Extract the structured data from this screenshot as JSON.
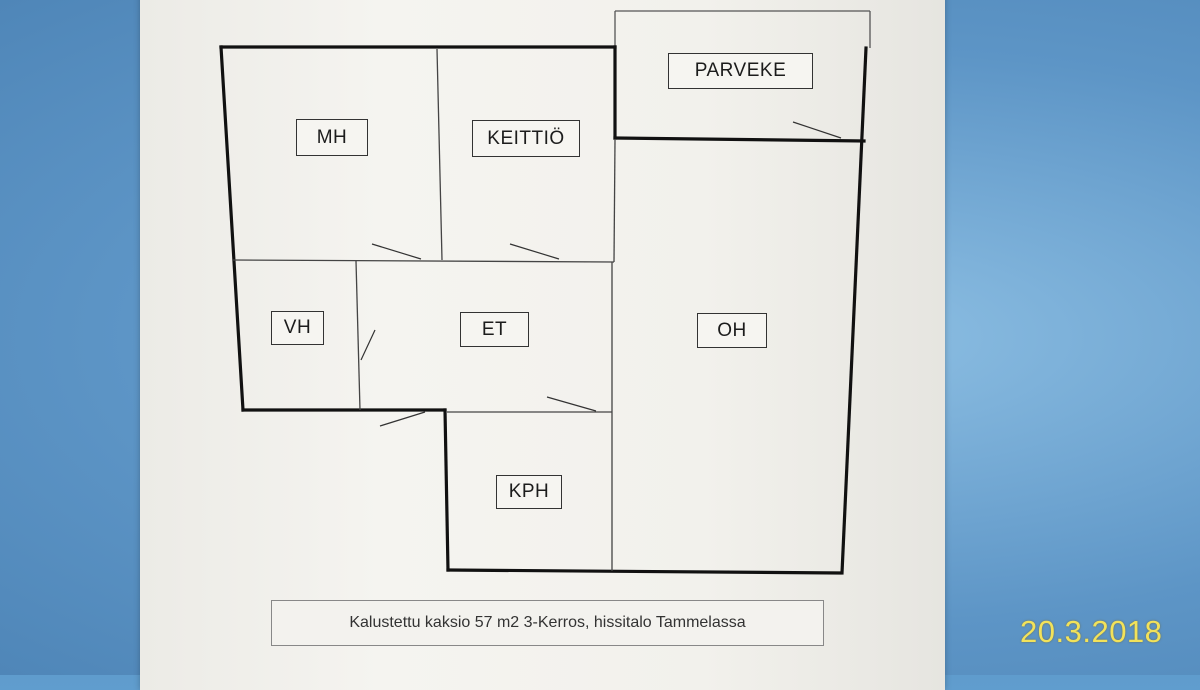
{
  "rooms": {
    "parveke": "PARVEKE",
    "mh": "MH",
    "keittio": "KEITTIÖ",
    "vh": "VH",
    "et": "ET",
    "oh": "OH",
    "kph": "KPH"
  },
  "caption": "Kalustettu kaksio 57 m2 3-Kerros, hissitalo Tammelassa",
  "date_stamp": "20.3.2018",
  "colors": {
    "wall": "#111111",
    "thin_line": "#444444",
    "date_stamp": "#f2e25a"
  }
}
